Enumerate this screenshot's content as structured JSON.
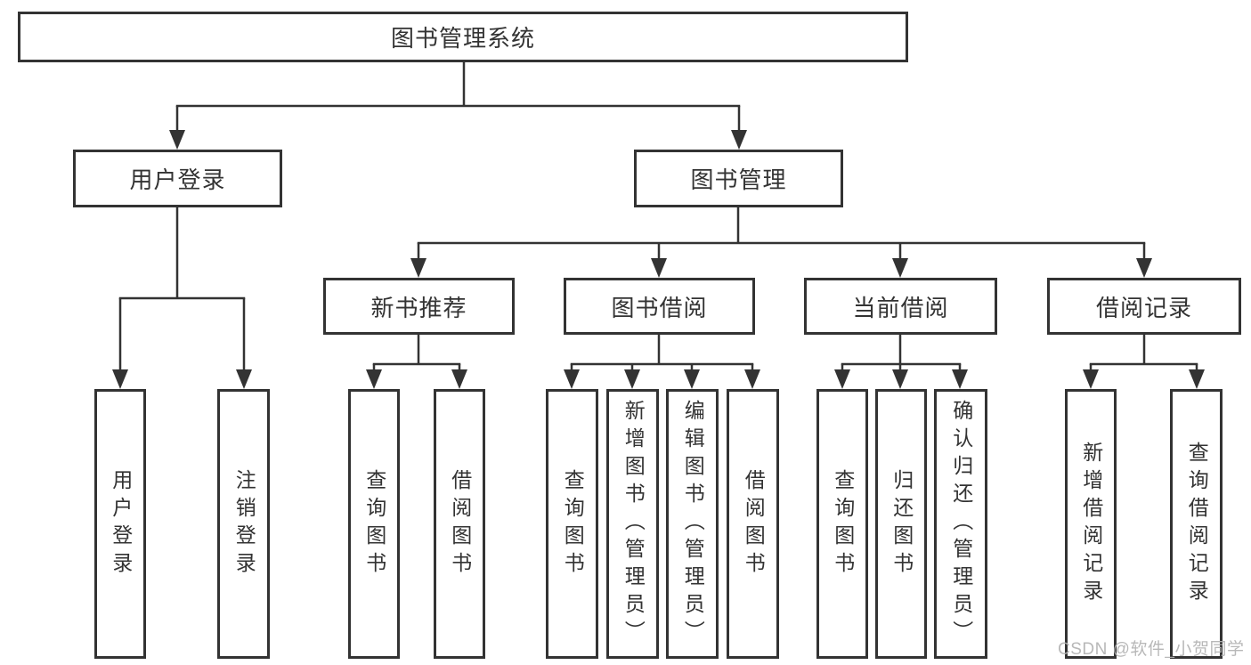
{
  "diagram": {
    "root": {
      "label": "图书管理系统",
      "children": [
        {
          "label": "用户登录",
          "children": [
            {
              "label": "用户登录"
            },
            {
              "label": "注销登录"
            }
          ]
        },
        {
          "label": "图书管理",
          "children": [
            {
              "label": "新书推荐",
              "children": [
                {
                  "label": "查询图书"
                },
                {
                  "label": "借阅图书"
                }
              ]
            },
            {
              "label": "图书借阅",
              "children": [
                {
                  "label": "查询图书"
                },
                {
                  "label": "新增图书（管理员）"
                },
                {
                  "label": "编辑图书（管理员）"
                },
                {
                  "label": "借阅图书"
                }
              ]
            },
            {
              "label": "当前借阅",
              "children": [
                {
                  "label": "查询图书"
                },
                {
                  "label": "归还图书"
                },
                {
                  "label": "确认归还（管理员）"
                }
              ]
            },
            {
              "label": "借阅记录",
              "children": [
                {
                  "label": "新增借阅记录"
                },
                {
                  "label": "查询借阅记录"
                }
              ]
            }
          ]
        }
      ]
    },
    "watermark": "CSDN @软件_小贺同学",
    "colors": {
      "line": "#333333",
      "text": "#333333",
      "watermark": "#b3b3b3",
      "background": "#ffffff"
    }
  }
}
